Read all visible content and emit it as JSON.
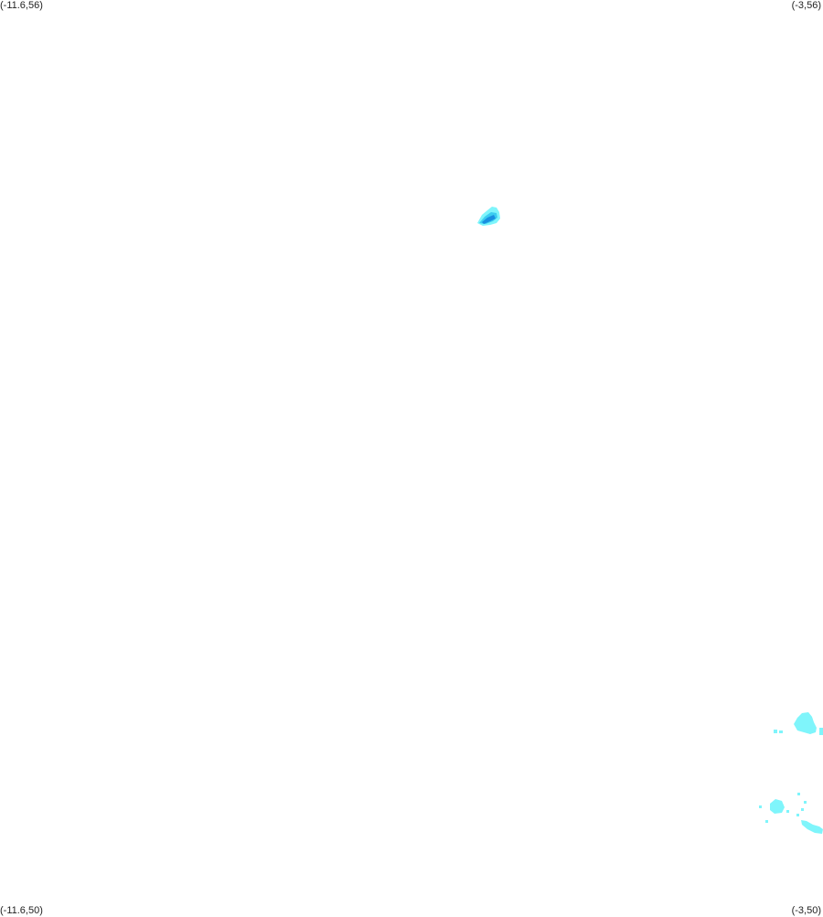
{
  "map": {
    "corner_labels": {
      "top_left": "(-11.6,56)",
      "top_right": "(-3,56)",
      "bottom_left": "(-11.6,50)",
      "bottom_right": "(-3,50)"
    },
    "colors": {
      "background": "#ffffff",
      "light_cyan": "#7ff5fb",
      "mid_cyan": "#3ccdf0",
      "deep_blue": "#1a8fe0"
    }
  }
}
